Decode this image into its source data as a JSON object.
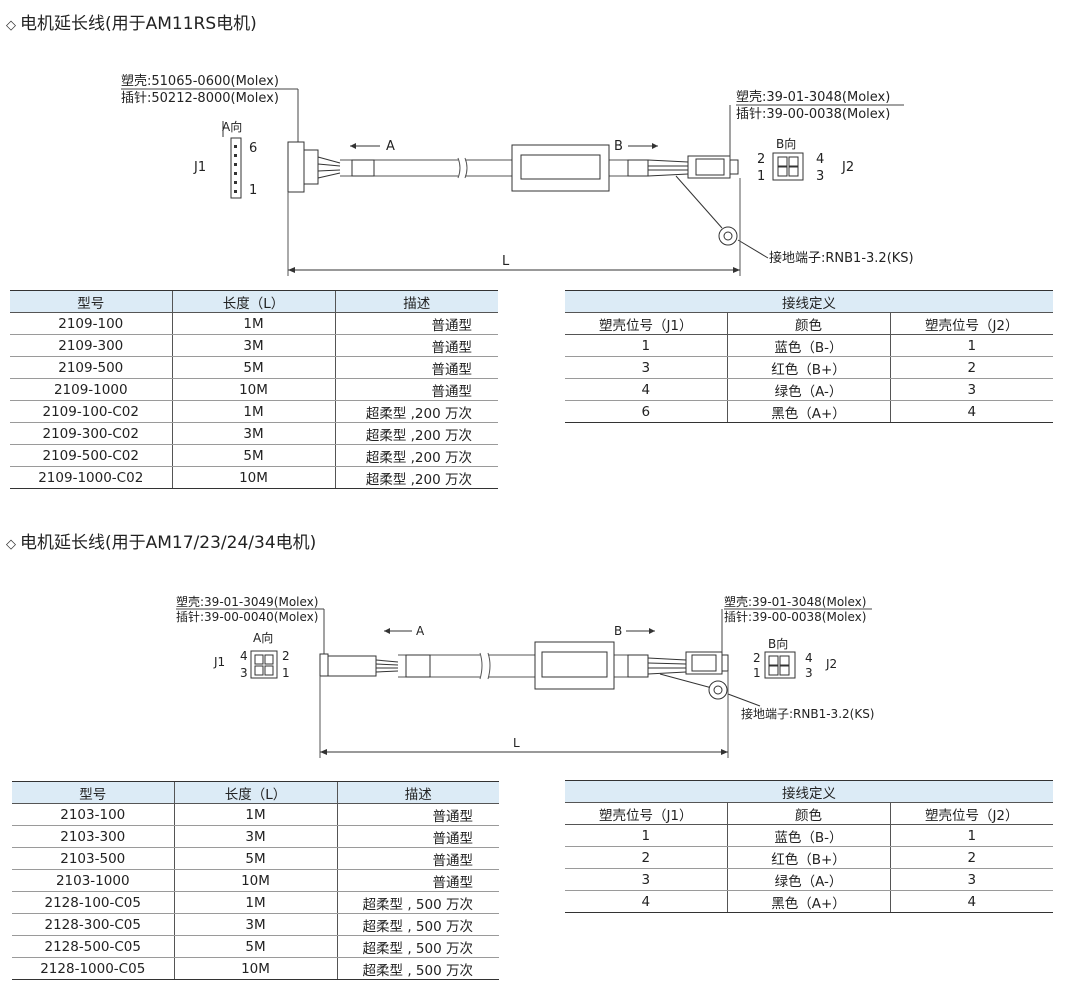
{
  "section1": {
    "title": "电机延长线(用于AM11RS电机)",
    "diagram": {
      "housing_j1": "塑壳:51065-0600(Molex)",
      "pin_j1": "插针:50212-8000(Molex)",
      "housing_j2": "塑壳:39-01-3048(Molex)",
      "pin_j2": "插针:39-00-0038(Molex)",
      "view_a": "A向",
      "view_b": "B向",
      "j1": "J1",
      "j2": "J2",
      "pin_6": "6",
      "pin_1": "1",
      "j2_pin_2": "2",
      "j2_pin_1": "1",
      "j2_pin_4": "4",
      "j2_pin_3": "3",
      "arrow_a": "A",
      "arrow_b": "B",
      "length": "L",
      "ground": "接地端子:RNB1-3.2(KS)"
    },
    "models": {
      "headers": [
        "型号",
        "长度（L）",
        "描述"
      ],
      "rows": [
        [
          "2109-100",
          "1M",
          "普通型"
        ],
        [
          "2109-300",
          "3M",
          "普通型"
        ],
        [
          "2109-500",
          "5M",
          "普通型"
        ],
        [
          "2109-1000",
          "10M",
          "普通型"
        ],
        [
          "2109-100-C02",
          "1M",
          "超柔型 ,200 万次"
        ],
        [
          "2109-300-C02",
          "3M",
          "超柔型 ,200 万次"
        ],
        [
          "2109-500-C02",
          "5M",
          "超柔型 ,200 万次"
        ],
        [
          "2109-1000-C02",
          "10M",
          "超柔型 ,200 万次"
        ]
      ]
    },
    "wiring": {
      "title": "接线定义",
      "headers": [
        "塑壳位号（J1）",
        "颜色",
        "塑壳位号（J2）"
      ],
      "rows": [
        [
          "1",
          "蓝色（B-）",
          "1"
        ],
        [
          "3",
          "红色（B+）",
          "2"
        ],
        [
          "4",
          "绿色（A-）",
          "3"
        ],
        [
          "6",
          "黑色（A+）",
          "4"
        ]
      ]
    }
  },
  "section2": {
    "title": "电机延长线(用于AM17/23/24/34电机)",
    "diagram": {
      "housing_j1": "塑壳:39-01-3049(Molex)",
      "pin_j1": "插针:39-00-0040(Molex)",
      "housing_j2": "塑壳:39-01-3048(Molex)",
      "pin_j2": "插针:39-00-0038(Molex)",
      "view_a": "A向",
      "view_b": "B向",
      "j1": "J1",
      "j2": "J2",
      "j1_pin_4": "4",
      "j1_pin_3": "3",
      "j1_pin_2": "2",
      "j1_pin_1": "1",
      "j2_pin_2": "2",
      "j2_pin_1": "1",
      "j2_pin_4": "4",
      "j2_pin_3": "3",
      "arrow_a": "A",
      "arrow_b": "B",
      "length": "L",
      "ground": "接地端子:RNB1-3.2(KS)"
    },
    "models": {
      "headers": [
        "型号",
        "长度（L）",
        "描述"
      ],
      "rows": [
        [
          "2103-100",
          "1M",
          "普通型"
        ],
        [
          "2103-300",
          "3M",
          "普通型"
        ],
        [
          "2103-500",
          "5M",
          "普通型"
        ],
        [
          "2103-1000",
          "10M",
          "普通型"
        ],
        [
          "2128-100-C05",
          "1M",
          "超柔型 , 500 万次"
        ],
        [
          "2128-300-C05",
          "3M",
          "超柔型 , 500 万次"
        ],
        [
          "2128-500-C05",
          "5M",
          "超柔型 , 500 万次"
        ],
        [
          "2128-1000-C05",
          "10M",
          "超柔型 , 500 万次"
        ]
      ]
    },
    "wiring": {
      "title": "接线定义",
      "headers": [
        "塑壳位号（J1）",
        "颜色",
        "塑壳位号（J2）"
      ],
      "rows": [
        [
          "1",
          "蓝色（B-）",
          "1"
        ],
        [
          "2",
          "红色（B+）",
          "2"
        ],
        [
          "3",
          "绿色（A-）",
          "3"
        ],
        [
          "4",
          "黑色（A+）",
          "4"
        ]
      ]
    }
  }
}
